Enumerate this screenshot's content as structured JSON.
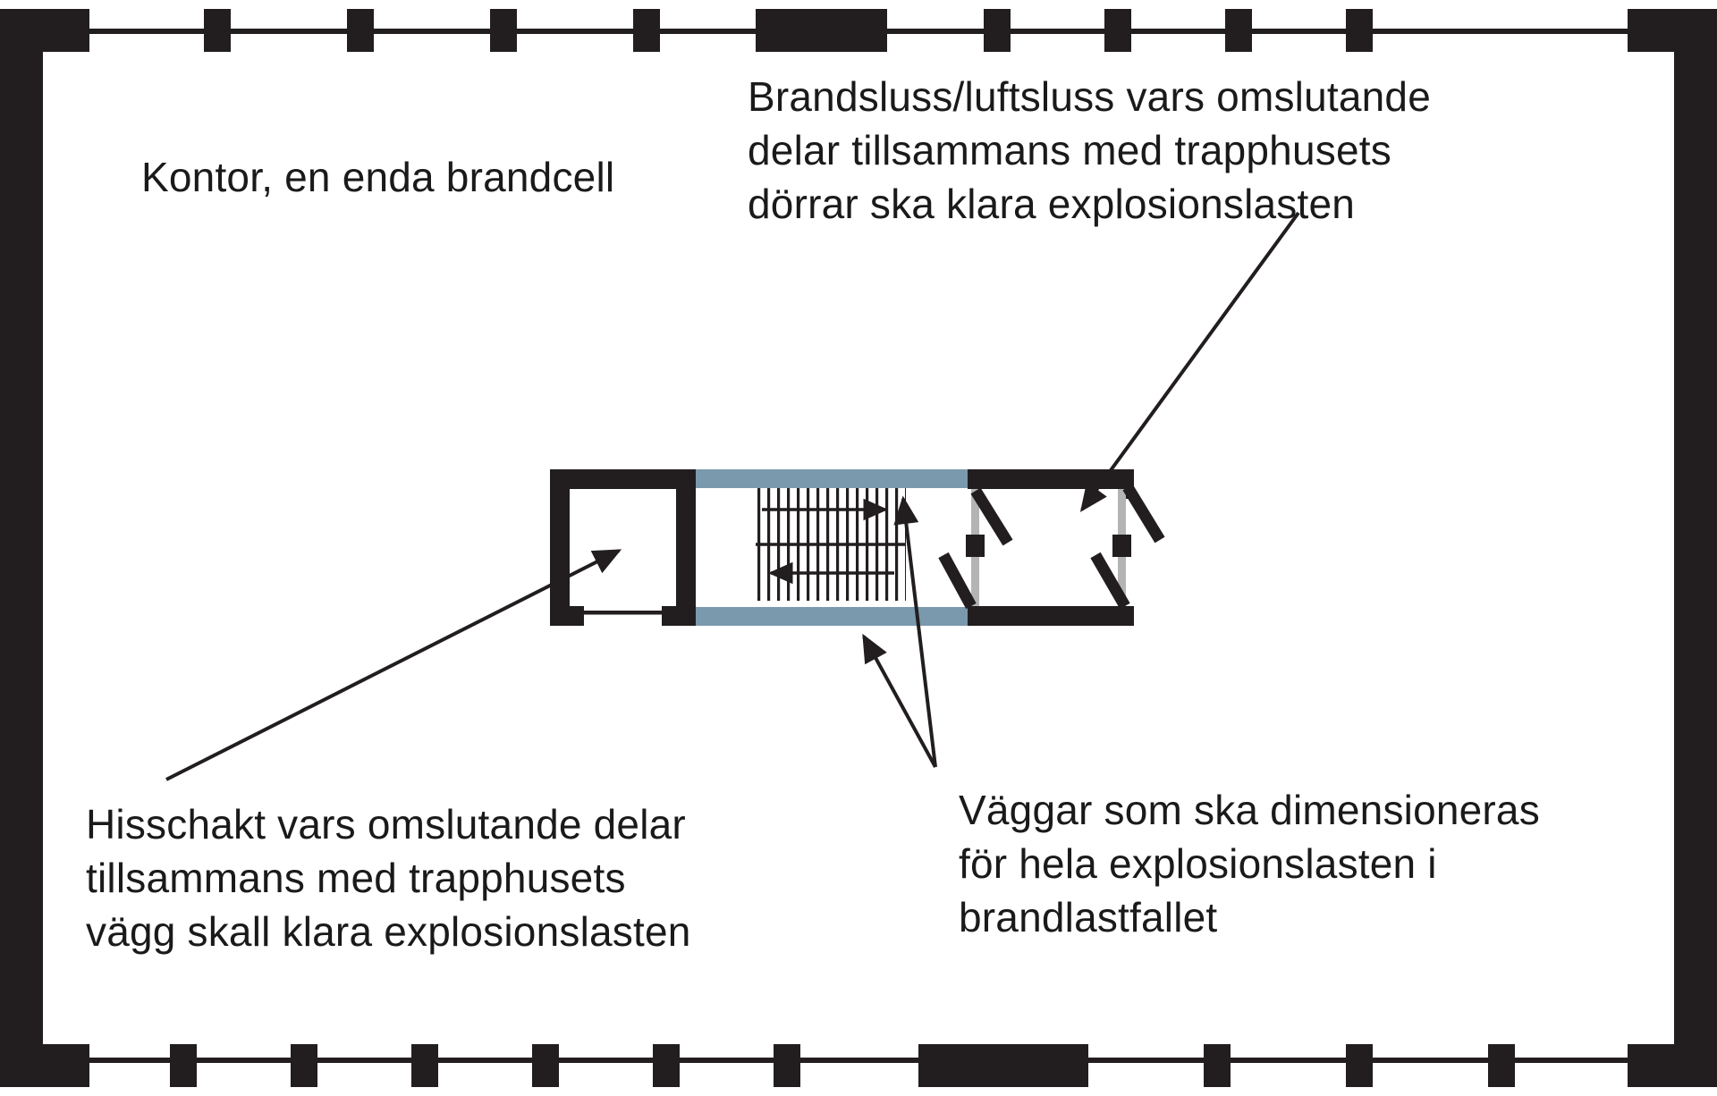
{
  "labels": {
    "kontor": "Kontor, en enda brandcell",
    "brandsluss": {
      "lines": [
        "Brandsluss/luftsluss vars omslutande",
        "delar tillsammans med trapphusets",
        "dörrar ska klara explosionslasten"
      ]
    },
    "hisschakt": {
      "lines": [
        "Hisschakt vars omslutande delar",
        "tillsammans med trapphusets",
        "vägg skall klara explosionslasten"
      ]
    },
    "vaggar": {
      "lines": [
        "Väggar som ska dimensioneras",
        "för hela explosionslasten i",
        "brandlastfallet"
      ]
    }
  },
  "colors": {
    "wall_black": "#221e1f",
    "explosion_wall_blue": "#7b99ad",
    "door_frame_gray": "#b4b4b6",
    "background": "#ffffff",
    "text": "#1a1a1a"
  }
}
